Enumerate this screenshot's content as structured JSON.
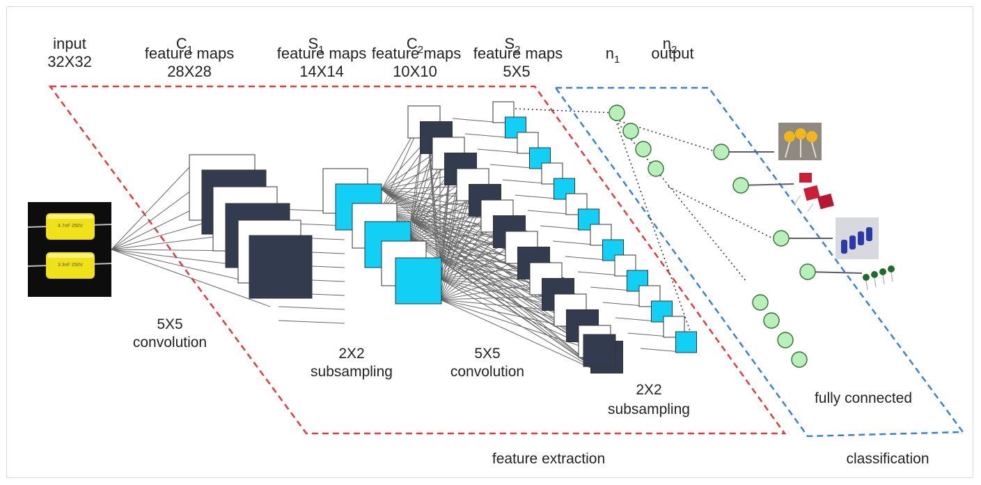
{
  "labels": {
    "input_title": "input",
    "input_size": "32X32",
    "c1_letter": "C",
    "c1_sub": "1",
    "c1_kind": "feature maps",
    "c1_size": "28X28",
    "s1_letter": "S",
    "s1_sub": "1",
    "s1_kind": "feature maps",
    "s1_size": "14X14",
    "c2_letter": "C",
    "c2_sub": "2",
    "c2_kind": "feature maps",
    "c2_size": "10X10",
    "s2_letter": "S",
    "s2_sub": "2",
    "s2_kind": "feature maps",
    "s2_size": "5X5",
    "n1_letter": "n",
    "n1_sub": "1",
    "n2_letter": "n",
    "n2_sub": "2",
    "output": "output",
    "conv1_size": "5X5",
    "conv1_name": "convolution",
    "sub1_size": "2X2",
    "sub1_name": "subsampling",
    "conv2_size": "5X5",
    "conv2_name": "convolution",
    "sub2_size": "2X2",
    "sub2_name": "subsampling",
    "fully_connected": "fully connected",
    "feature_extraction": "feature extraction",
    "classification": "classification"
  },
  "input_image": {
    "print_line1": "4.7nF 250V",
    "print_line2": "3.3nF 250V"
  },
  "colors": {
    "dark_map": "#333c4e",
    "light_map": "#ffffff",
    "cyan_map": "#12d0f5",
    "neuron": "#b9f0b9",
    "feature_region": "#e03a3a",
    "classification_region": "#3a7fd0"
  }
}
